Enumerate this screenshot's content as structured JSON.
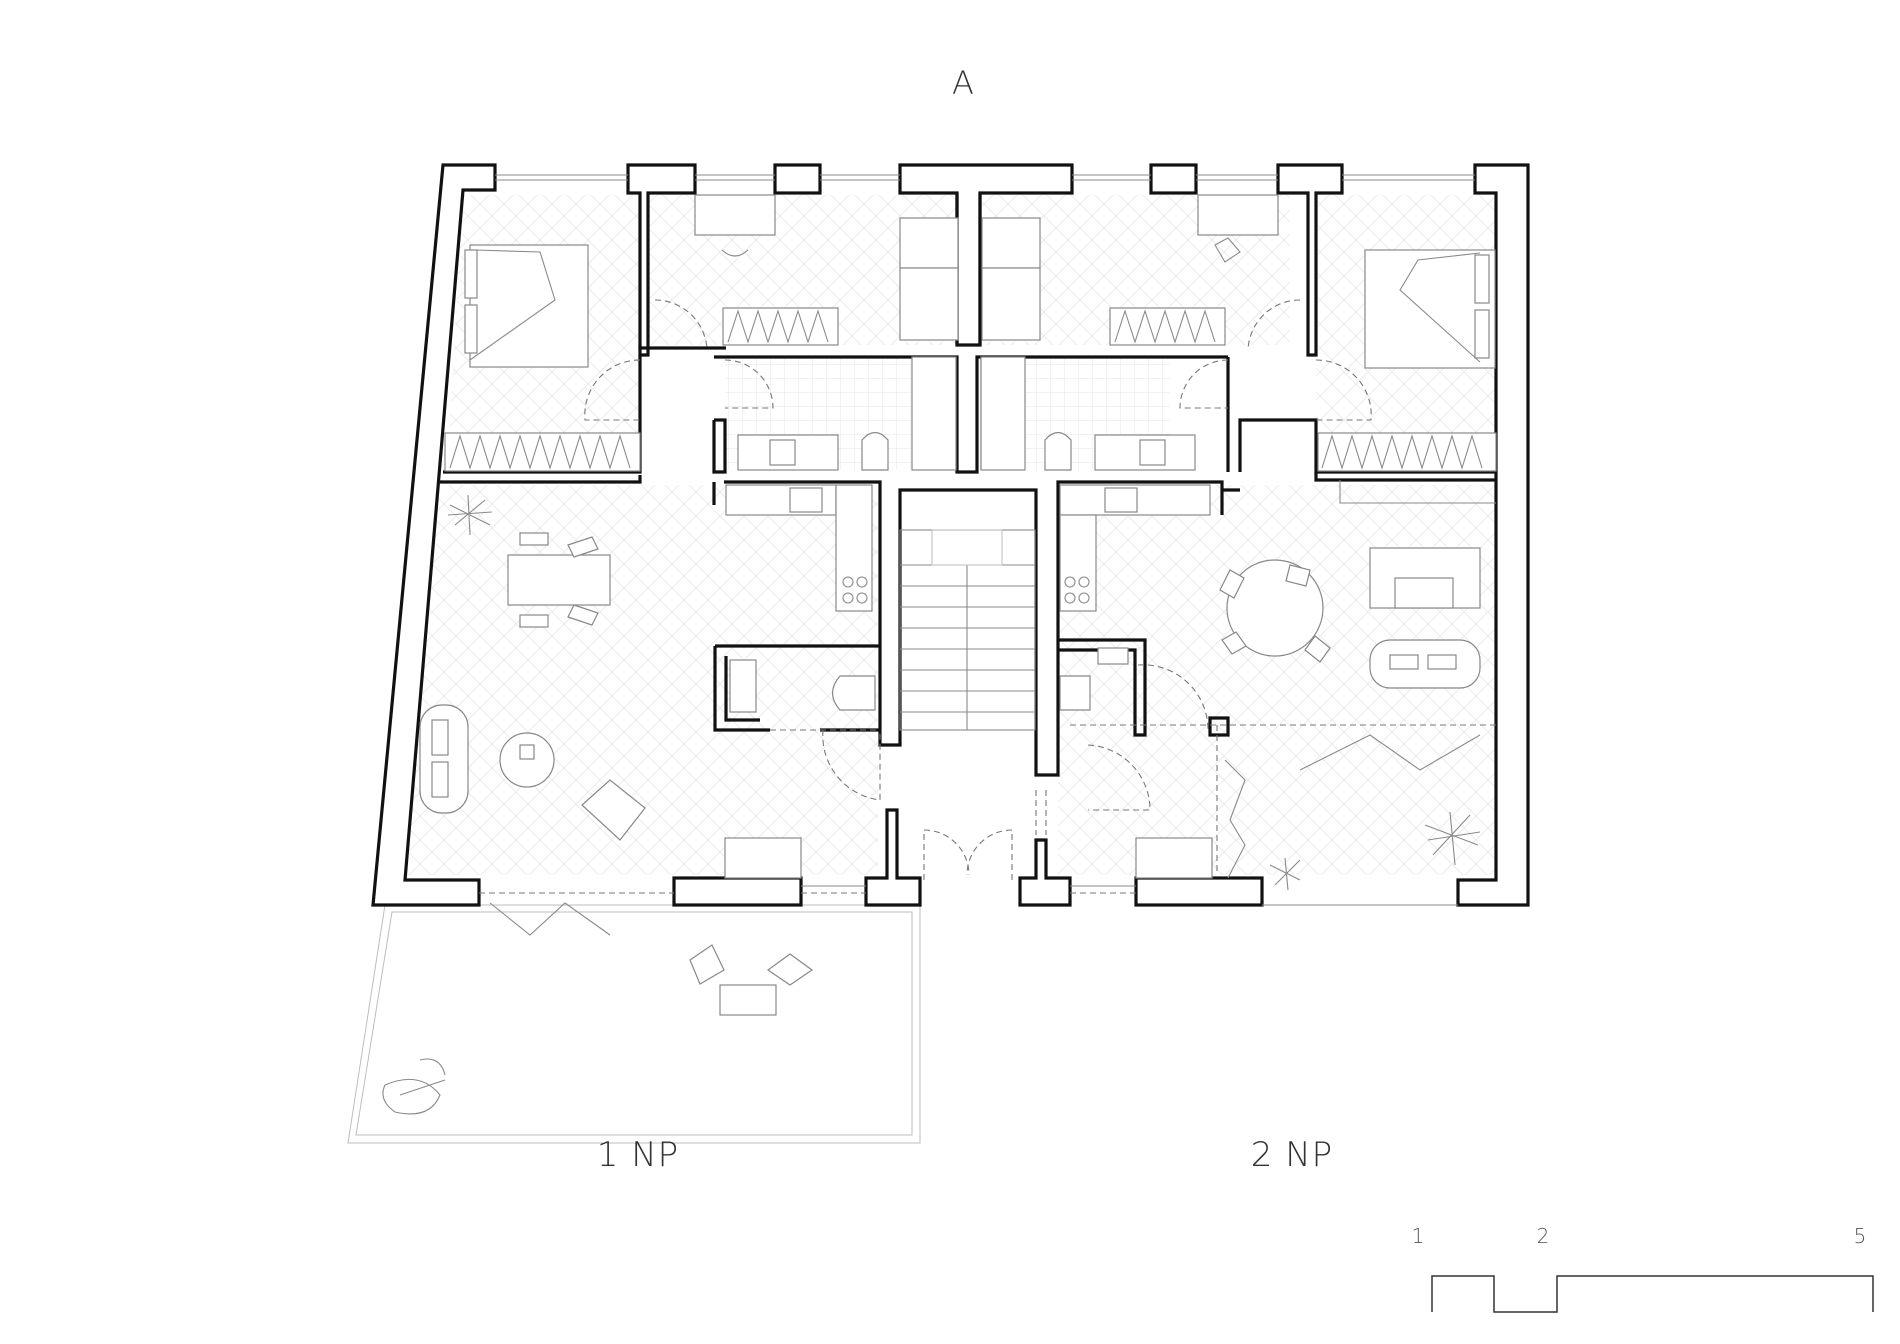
{
  "drawing": {
    "section_label": "A",
    "levels": [
      "1 NP",
      "2 NP"
    ],
    "scale_bar": {
      "labels": [
        "1",
        "2",
        "5"
      ]
    }
  },
  "colors": {
    "walls": "#111111",
    "furniture": "#888888",
    "background": "#ffffff"
  }
}
